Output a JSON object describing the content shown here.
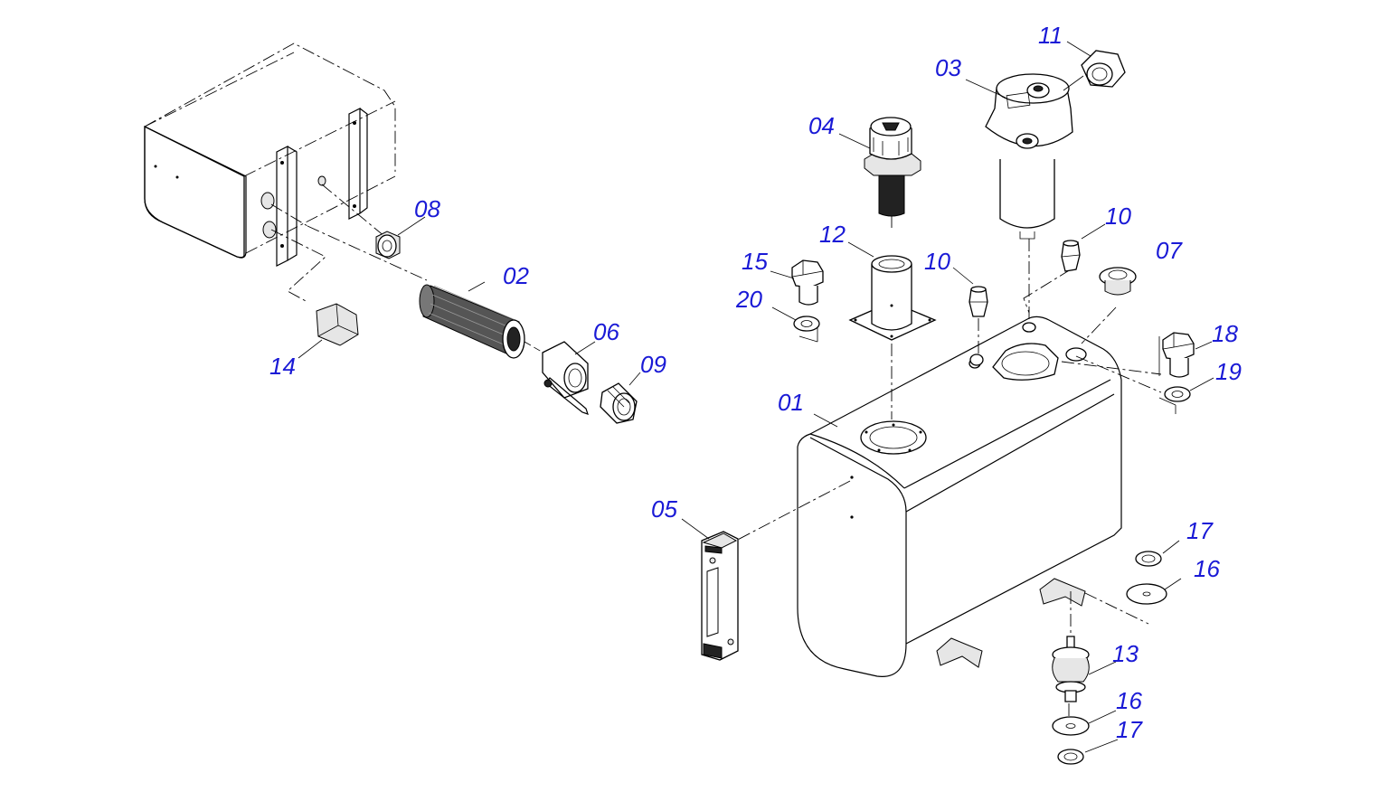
{
  "labels": {
    "p01": "01",
    "p02": "02",
    "p03": "03",
    "p04": "04",
    "p05": "05",
    "p06": "06",
    "p07": "07",
    "p08": "08",
    "p09": "09",
    "p10a": "10",
    "p10b": "10",
    "p11": "11",
    "p12": "12",
    "p13": "13",
    "p14": "14",
    "p15": "15",
    "p16a": "16",
    "p16b": "16",
    "p17a": "17",
    "p17b": "17",
    "p18": "18",
    "p19": "19",
    "p20": "20"
  },
  "colors": {
    "label": "#1a1ad6",
    "line": "#000000"
  }
}
